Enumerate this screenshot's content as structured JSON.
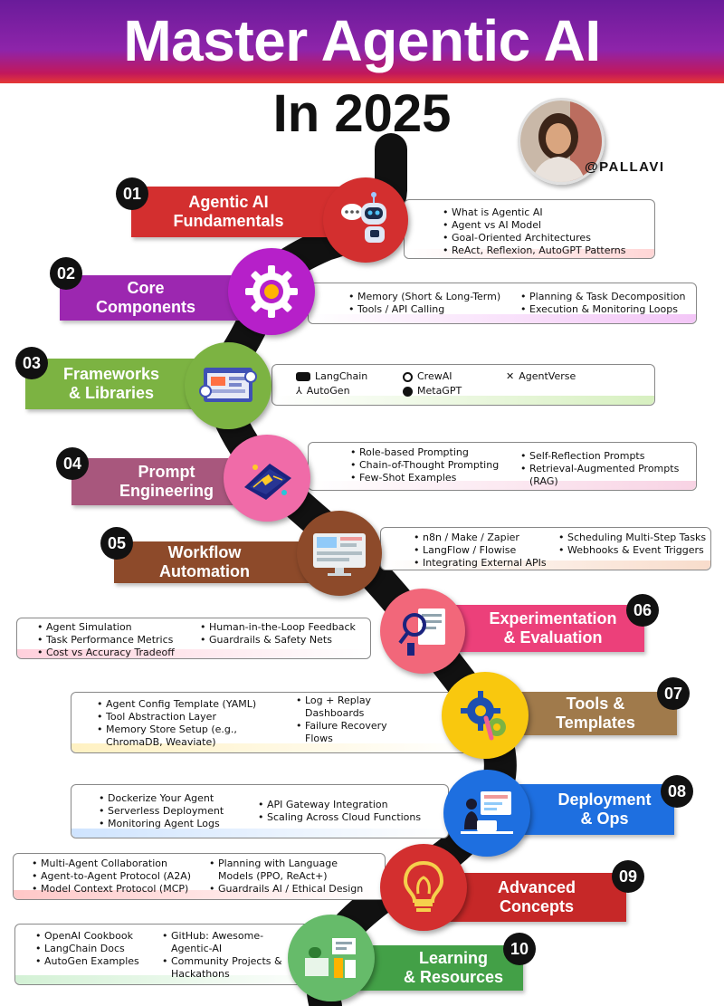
{
  "header": {
    "title": "Master Agentic AI",
    "subtitle": "In 2025",
    "handle": "@PALLAVI"
  },
  "colors": {
    "red": "#d32f2f",
    "purple": "#9c27b0",
    "green": "#7cb342",
    "mauve": "#a8577d",
    "brown": "#8d4a2a",
    "pink": "#ec407a",
    "khaki": "#a07a4b",
    "blue": "#1e6fe0",
    "darkred": "#c62828",
    "teal": "#43a047"
  },
  "steps": [
    {
      "num": "01",
      "title_line1": "Agentic AI",
      "title_line2": "Fundamentals",
      "icon": "robot-icon",
      "col1": [
        "What is Agentic AI",
        "Agent vs AI Model",
        "Goal-Oriented Architectures",
        "ReAct, Reflexion, AutoGPT Patterns"
      ]
    },
    {
      "num": "02",
      "title_line1": "Core",
      "title_line2": "Components",
      "icon": "gear-icon",
      "col1": [
        "Memory (Short & Long-Term)",
        "Tools / API Calling"
      ],
      "col2": [
        "Planning & Task Decomposition",
        "Execution & Monitoring Loops"
      ]
    },
    {
      "num": "03",
      "title_line1": "Frameworks",
      "title_line2": "& Libraries",
      "icon": "code-window-icon",
      "frameworks": [
        "LangChain",
        "CrewAI",
        "AgentVerse",
        "AutoGen",
        "MetaGPT"
      ]
    },
    {
      "num": "04",
      "title_line1": "Prompt",
      "title_line2": "Engineering",
      "icon": "circuit-board-icon",
      "col1": [
        "Role-based Prompting",
        "Chain-of-Thought Prompting",
        "Few-Shot Examples"
      ],
      "col2": [
        "Self-Reflection Prompts",
        "Retrieval-Augmented Prompts (RAG)"
      ]
    },
    {
      "num": "05",
      "title_line1": "Workflow",
      "title_line2": "Automation",
      "icon": "dashboard-icon",
      "col1": [
        "n8n / Make / Zapier",
        "LangFlow / Flowise",
        "Integrating External APIs"
      ],
      "col2": [
        "Scheduling Multi-Step Tasks",
        "Webhooks & Event Triggers"
      ]
    },
    {
      "num": "06",
      "title_line1": "Experimentation",
      "title_line2": "& Evaluation",
      "icon": "magnifier-icon",
      "col1": [
        "Agent Simulation",
        "Task Performance Metrics",
        "Cost vs Accuracy Tradeoff"
      ],
      "col2": [
        "Human-in-the-Loop Feedback",
        "Guardrails & Safety Nets"
      ]
    },
    {
      "num": "07",
      "title_line1": "Tools &",
      "title_line2": "Templates",
      "icon": "gears-icon",
      "col1": [
        "Agent Config Template (YAML)",
        "Tool Abstraction Layer",
        "Memory Store Setup (e.g., ChromaDB, Weaviate)"
      ],
      "col2": [
        "Log + Replay Dashboards",
        "Failure Recovery Flows"
      ]
    },
    {
      "num": "08",
      "title_line1": "Deployment",
      "title_line2": "& Ops",
      "icon": "deploy-icon",
      "col1": [
        "Dockerize Your Agent",
        "Serverless Deployment",
        "Monitoring Agent Logs"
      ],
      "col2": [
        "API Gateway Integration",
        "Scaling Across Cloud Functions"
      ]
    },
    {
      "num": "09",
      "title_line1": "Advanced",
      "title_line2": "Concepts",
      "icon": "lightbulb-icon",
      "col1": [
        "Multi-Agent Collaboration",
        "Agent-to-Agent Protocol (A2A)",
        "Model Context Protocol (MCP)"
      ],
      "col2": [
        "Planning with Language Models (PPO, ReAct+)",
        "Guardrails AI / Ethical Design"
      ]
    },
    {
      "num": "10",
      "title_line1": "Learning",
      "title_line2": "& Resources",
      "icon": "books-icon",
      "col1": [
        "OpenAI Cookbook",
        "LangChain Docs",
        "AutoGen Examples"
      ],
      "col2": [
        "GitHub: Awesome-Agentic-AI",
        "Community Projects & Hackathons"
      ]
    }
  ]
}
